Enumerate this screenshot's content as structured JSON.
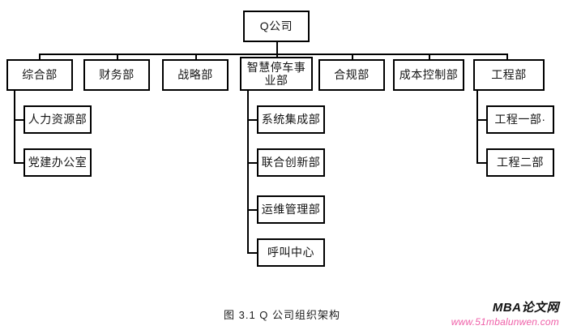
{
  "figure": {
    "caption": "图 3.1 Q 公司组织架构",
    "watermark_main": "MBA论文网",
    "watermark_url": "www.51mbalunwen.com",
    "watermark_url_color": "#ef5fa8",
    "line_color": "#000000",
    "box_fill": "#ffffff"
  },
  "chart_data": {
    "type": "diagram",
    "diagram_kind": "org-chart",
    "title": "图 3.1 Q 公司组织架构",
    "root": {
      "label": "Q公司",
      "children": [
        {
          "label": "综合部",
          "children": [
            {
              "label": "人力资源部"
            },
            {
              "label": "党建办公室"
            }
          ]
        },
        {
          "label": "财务部",
          "children": []
        },
        {
          "label": "战略部",
          "children": []
        },
        {
          "label": "智慧停车事\n业部",
          "children": [
            {
              "label": "系统集成部"
            },
            {
              "label": "联合创新部"
            },
            {
              "label": "运维管理部"
            },
            {
              "label": "呼叫中心"
            }
          ]
        },
        {
          "label": "合规部",
          "children": []
        },
        {
          "label": "成本控制部",
          "children": []
        },
        {
          "label": "工程部",
          "children": [
            {
              "label": "工程一部·"
            },
            {
              "label": "工程二部"
            }
          ]
        }
      ]
    }
  },
  "nodes": {
    "root": {
      "label": "Q公司"
    },
    "level2": [
      {
        "label": "综合部"
      },
      {
        "label": "财务部"
      },
      {
        "label": "战略部"
      },
      {
        "label": "智慧停车事\n业部"
      },
      {
        "label": "合规部"
      },
      {
        "label": "成本控制部"
      },
      {
        "label": "工程部"
      }
    ],
    "general_dept_children": [
      {
        "label": "人力资源部"
      },
      {
        "label": "党建办公室"
      }
    ],
    "smart_parking_children": [
      {
        "label": "系统集成部"
      },
      {
        "label": "联合创新部"
      },
      {
        "label": "运维管理部"
      },
      {
        "label": "呼叫中心"
      }
    ],
    "engineering_children": [
      {
        "label": "工程一部·"
      },
      {
        "label": "工程二部"
      }
    ]
  }
}
